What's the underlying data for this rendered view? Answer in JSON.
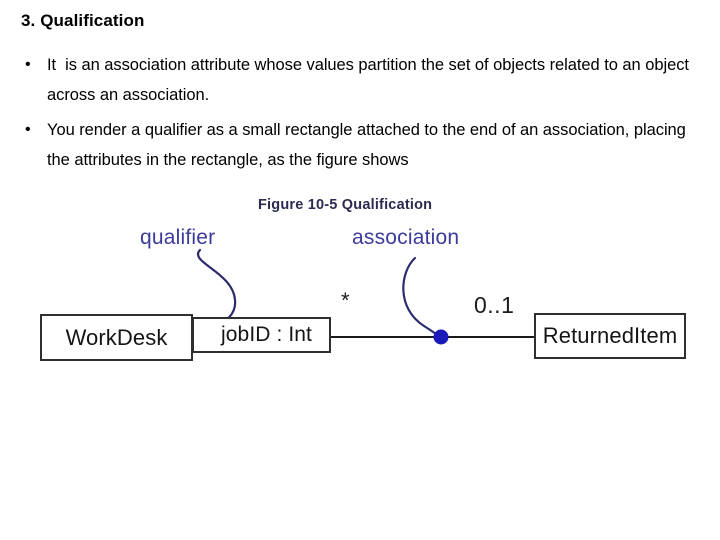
{
  "slide": {
    "heading": "3. Qualification",
    "bullets": [
      {
        "marker": "•",
        "text": "It  is an association attribute whose values partition the set of objects related to an object across an association."
      },
      {
        "marker": "•",
        "text": "You render a qualifier as a small rectangle attached to the end of an association, placing the attributes in the rectangle, as the figure shows"
      }
    ]
  },
  "figure": {
    "caption": "Figure 10-5 Qualification",
    "callouts": [
      {
        "label": "qualifier",
        "color": "#3b3b9c"
      },
      {
        "label": "association",
        "color": "#3b3b9c"
      }
    ],
    "classes": [
      {
        "name": "WorkDesk"
      },
      {
        "name": "ReturnedItem"
      }
    ],
    "qualifier_box": {
      "attribute": "jobID : Int"
    },
    "multiplicities": [
      {
        "value": "*",
        "end": "source"
      },
      {
        "value": "0..1",
        "end": "target"
      }
    ],
    "colors": {
      "callout_text": "#3b3b9c",
      "callout_line": "#2b2b6e",
      "connector_dot": "#1a1aba",
      "caption_text": "#2b2b52",
      "box_border": "#2f2f2f",
      "association_line": "#1b1b1b",
      "background": "#ffffff"
    }
  }
}
